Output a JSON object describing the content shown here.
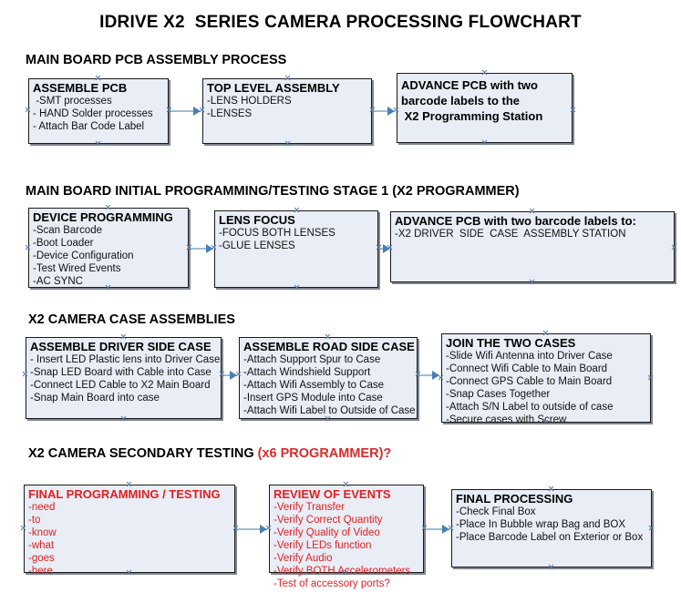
{
  "document": {
    "title": "IDRIVE X2  SERIES CAMERA PROCESSING FLOWCHART"
  },
  "sections": [
    {
      "id": "main-board-pcb-assembly",
      "title": "MAIN BOARD PCB ASSEMBLY PROCESS",
      "title_accent": ""
    },
    {
      "id": "main-board-initial-programming",
      "title": "MAIN BOARD INITIAL PROGRAMMING/TESTING STAGE 1 (X2 PROGRAMMER)",
      "title_accent": ""
    },
    {
      "id": "x2-camera-case-assemblies",
      "title": "X2 CAMERA CASE ASSEMBLIES",
      "title_accent": ""
    },
    {
      "id": "x2-camera-secondary-testing",
      "title": "X2 CAMERA SECONDARY TESTING ",
      "title_accent": "(x6 PROGRAMMER)?"
    }
  ],
  "nodes": {
    "assemble_pcb": {
      "head": "ASSEMBLE PCB",
      "items": [
        " -SMT processes",
        "- HAND Solder processes",
        "- Attach Bar Code Label"
      ]
    },
    "top_level_assembly": {
      "head": "TOP LEVEL ASSEMBLY",
      "items": [
        "-LENS HOLDERS",
        "-LENSES"
      ]
    },
    "advance_pcb_station": {
      "head_lines": [
        "ADVANCE PCB with two",
        "barcode labels to the",
        " X2 Programming Station"
      ],
      "items": []
    },
    "device_programming": {
      "head": "DEVICE PROGRAMMING",
      "items": [
        "-Scan Barcode",
        "-Boot Loader",
        "-Device Configuration",
        "-Test Wired Events",
        "-AC SYNC"
      ]
    },
    "lens_focus": {
      "head": "LENS FOCUS",
      "items": [
        "-FOCUS BOTH LENSES",
        "-GLUE LENSES"
      ]
    },
    "advance_pcb_driver_case": {
      "head": "ADVANCE PCB with two barcode labels to:",
      "items": [
        "-X2 DRIVER  SIDE  CASE  ASSEMBLY STATION"
      ]
    },
    "assemble_driver_side_case": {
      "head": "ASSEMBLE DRIVER SIDE CASE",
      "items": [
        "- Insert LED Plastic lens into Driver Case",
        "-Snap LED Board with Cable into Case",
        "-Connect LED Cable to X2 Main Board",
        "-Snap Main Board into case"
      ]
    },
    "assemble_road_side_case": {
      "head": "ASSEMBLE ROAD SIDE CASE",
      "items": [
        "-Attach Support Spur to Case",
        "-Attach Windshield Support",
        "-Attach Wifi Assembly to Case",
        "-Insert GPS Module into Case",
        "-Attach Wifi Label to Outside of Case"
      ]
    },
    "join_the_two_cases": {
      "head": "JOIN THE TWO CASES",
      "items": [
        "-Slide Wifi Antenna into Driver Case",
        "-Connect Wifi Cable to Main Board",
        "-Connect GPS Cable to Main Board",
        "-Snap Cases Together",
        "-Attach S/N Label to outside of case",
        "-Secure cases with Screw"
      ]
    },
    "final_programming_testing": {
      "head": "FINAL PROGRAMMING / TESTING",
      "items": [
        "-need",
        "-to",
        "-know",
        "-what",
        "-goes",
        "-here"
      ]
    },
    "review_of_events": {
      "head": "REVIEW OF EVENTS",
      "items": [
        "-Verify Transfer",
        "-Verify Correct Quantity",
        "-Verify Quality of Video",
        "-Verify LEDs function",
        "-Verify Audio",
        "-Verify BOTH Accelerometers",
        "-Test of accessory ports?"
      ]
    },
    "final_processing": {
      "head": "FINAL PROCESSING",
      "items": [
        "-Check Final Box",
        "-Place In Bubble wrap Bag and BOX",
        "-Place Barcode Label on Exterior or Box"
      ]
    }
  },
  "colors": {
    "box_fill": "#e8edf6",
    "box_border": "#1a1a1a",
    "box_shadow": "#69707d",
    "connector": "#9dbdd8",
    "arrowhead": "#4a7fb5",
    "accent_red": "#e02020",
    "text": "#000000"
  }
}
